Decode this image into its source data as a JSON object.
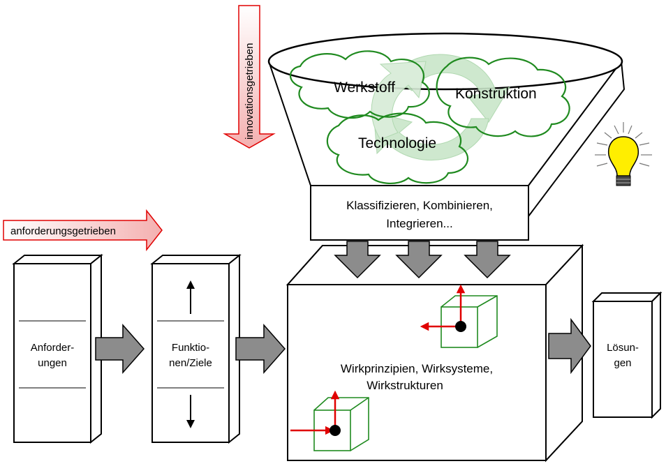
{
  "drivers": {
    "innovation": "innovationsgetrieben",
    "requirements": "anforderungsgetrieben"
  },
  "funnel": {
    "clouds": [
      "Werkstoff",
      "Konstruktion",
      "Technologie"
    ],
    "outlet_line1": "Klassifizieren, Kombinieren,",
    "outlet_line2": "Integrieren..."
  },
  "boxes": {
    "requirements": [
      "Anforder-",
      "ungen"
    ],
    "functions": [
      "Funktio-",
      "nen/Ziele"
    ],
    "principles": [
      "Wirkprinzipien, Wirksysteme,",
      "Wirkstrukturen"
    ],
    "solutions": [
      "Lösun-",
      "gen"
    ]
  },
  "colors": {
    "outline": "#000000",
    "arrow_fill": "#8c8c8c",
    "cloud_stroke": "#1f8a1f",
    "cycle_fill": "#b9dcb9",
    "red": "#e00000",
    "bulb": "#ffee00"
  },
  "icons": [
    "lightbulb-icon",
    "coordinate-cube-icon",
    "cycle-arrows-icon"
  ]
}
